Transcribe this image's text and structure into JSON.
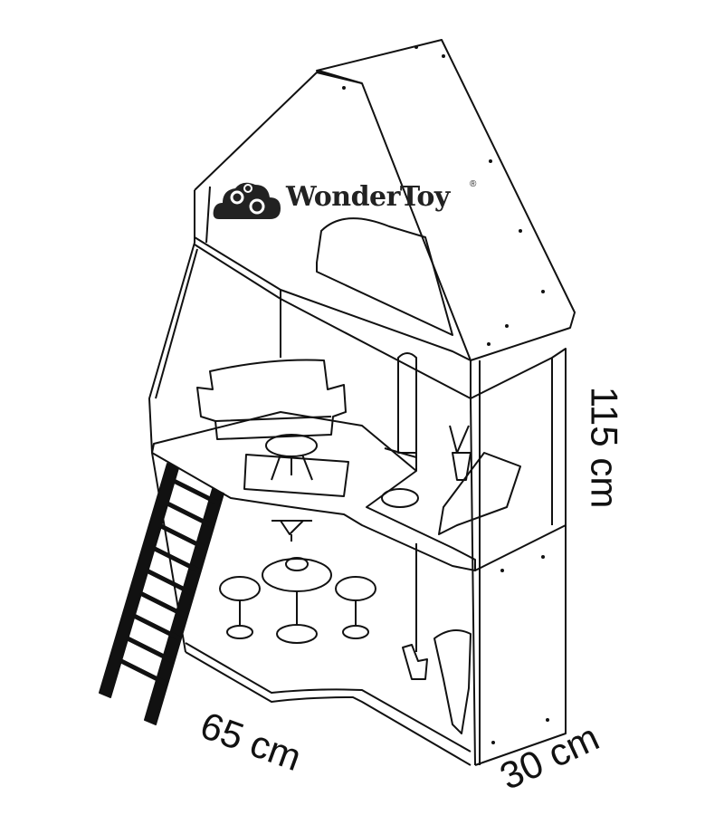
{
  "brand": {
    "name": "WonderToy",
    "registered_mark": "®"
  },
  "dimensions": {
    "height": "115 cm",
    "width": "65 cm",
    "depth": "30 cm"
  },
  "colors": {
    "line": "#111111",
    "logo": "#222222"
  }
}
